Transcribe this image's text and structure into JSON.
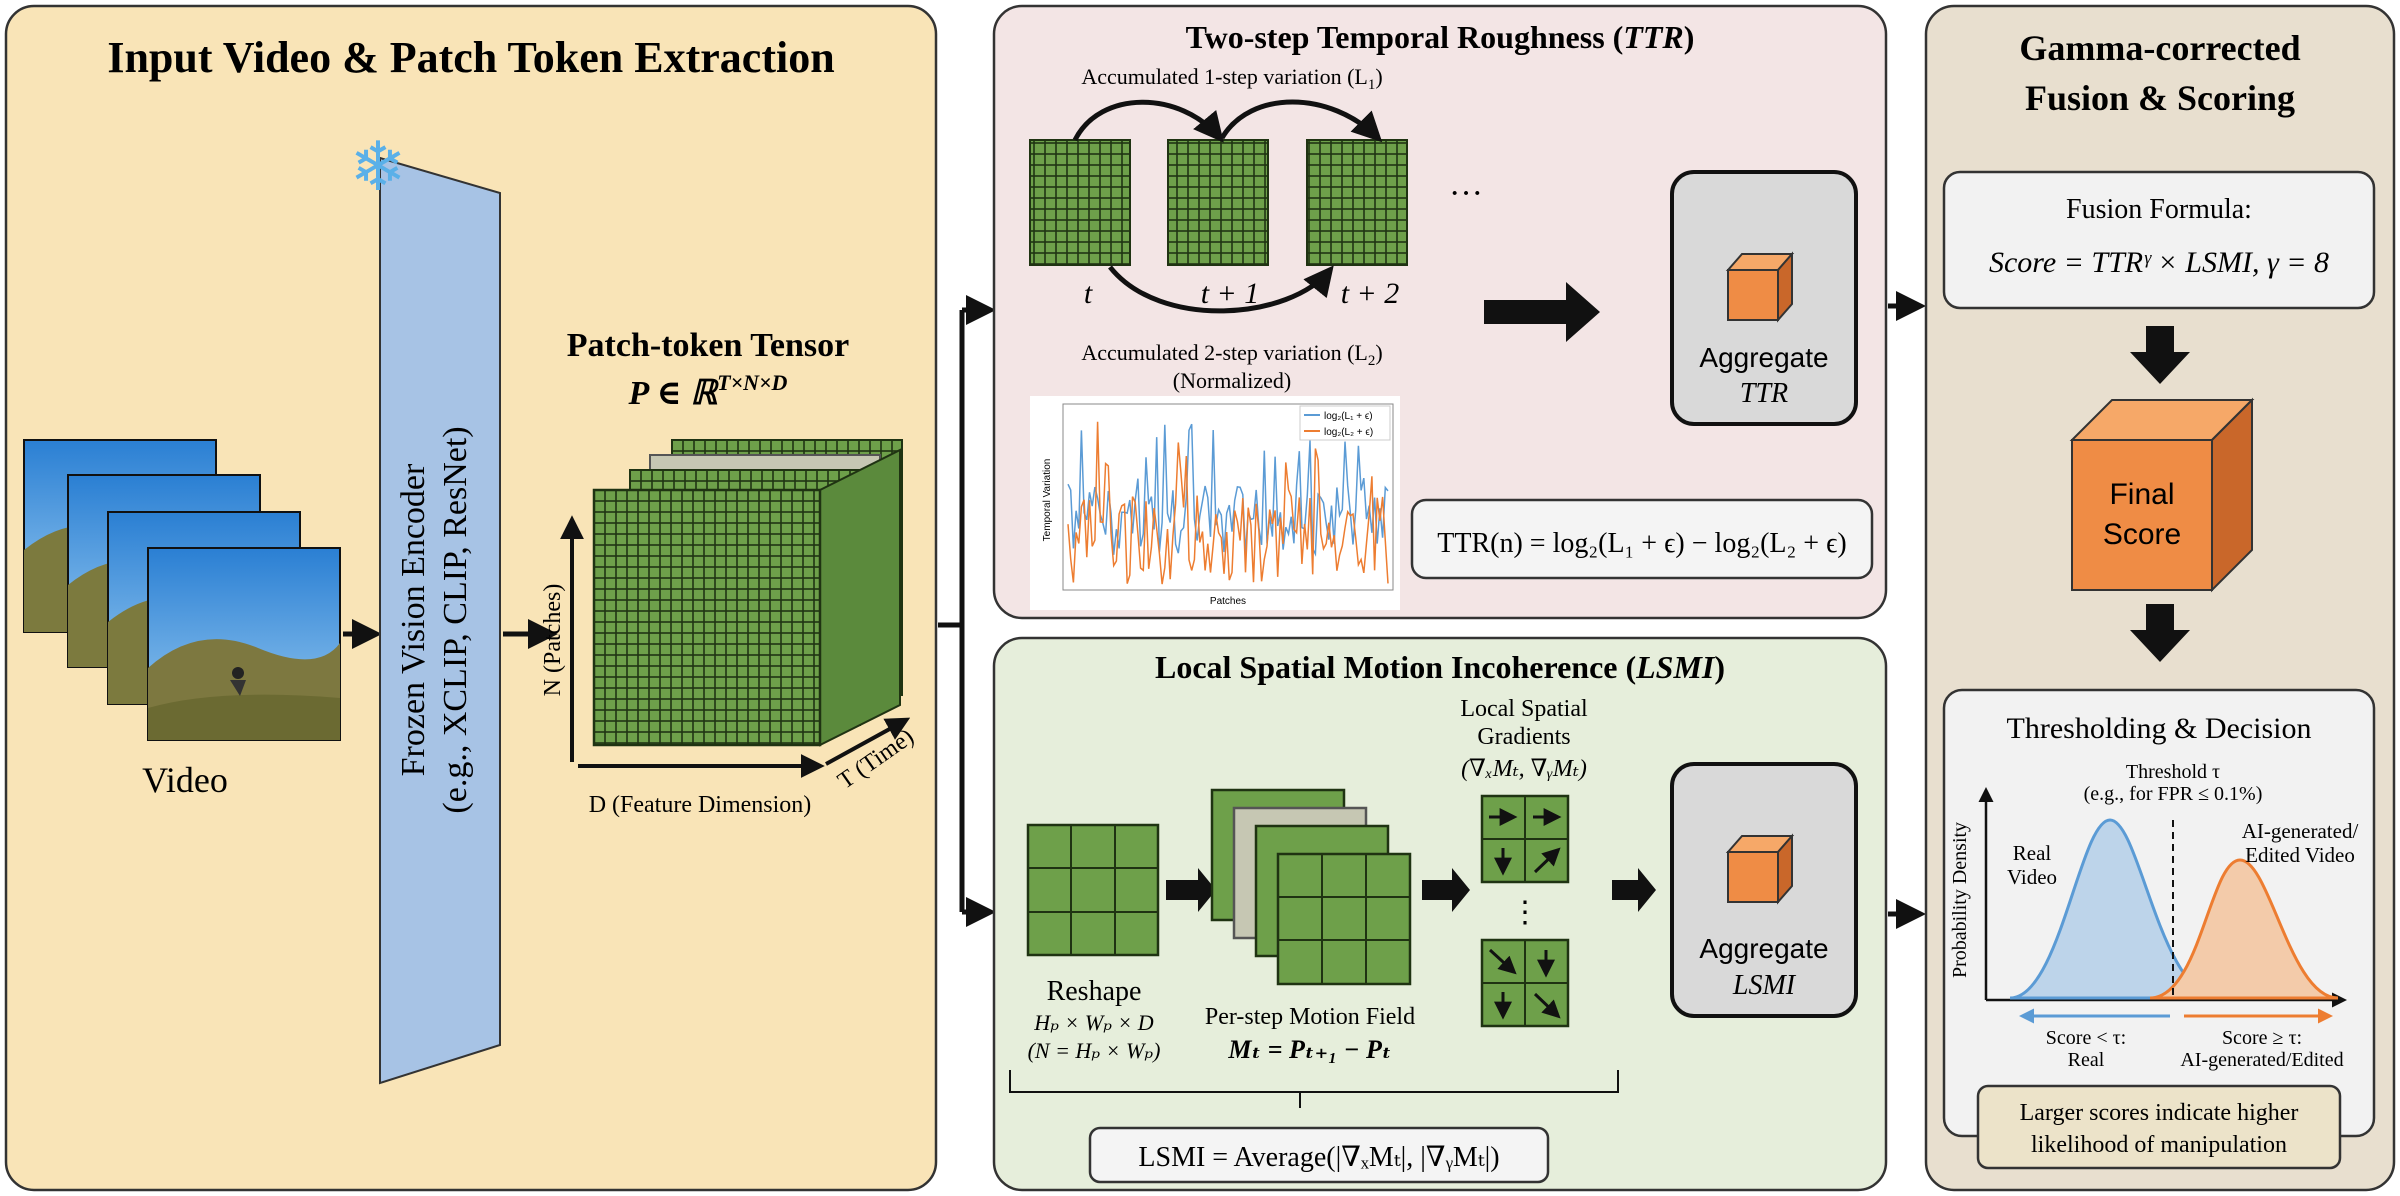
{
  "input_panel": {
    "title": "Input Video & Patch Token Extraction",
    "video_label": "Video",
    "encoder_line1": "Frozen Vision Encoder",
    "encoder_line2": "(e.g., XCLIP, CLIP, ResNet)",
    "tensor_title": "Patch-token Tensor",
    "tensor_formula_main": "P ∈ ℝ",
    "tensor_formula_sup": "T×N×D",
    "axis_patches": "N (Patches)",
    "axis_feature": "D (Feature Dimension)",
    "axis_time": "T (Time)"
  },
  "ttr_panel": {
    "title_prefix": "Two-step Temporal Roughness (",
    "title_abbr": "TTR",
    "title_suffix": ")",
    "l1_label": "Accumulated 1-step variation (L",
    "l1_sub": "1",
    "l1_close": ")",
    "l2_label": "Accumulated 2-step variation (L",
    "l2_sub": "2",
    "l2_close": ")",
    "normalized": "(Normalized)",
    "ellipsis": "···",
    "t0": "t",
    "t1": "t + 1",
    "t2": "t + 2",
    "aggregate_label": "Aggregate",
    "aggregate_abbr": "TTR",
    "formula": "TTR(n) = log₂(L₁ + ϵ) − log₂(L₂ + ϵ)",
    "plot": {
      "ylabel": "Temporal Variation",
      "xlabel": "Patches",
      "legend": [
        "log₂(L₁ + ϵ)",
        "log₂(L₂ + ϵ)"
      ]
    }
  },
  "lsmi_panel": {
    "title_prefix": "Local Spatial Motion Incoherence (",
    "title_abbr": "LSMI",
    "title_suffix": ")",
    "gradients_line1": "Local Spatial",
    "gradients_line2": "Gradients",
    "gradients_line3": "(∇ₓMₜ, ∇ᵧMₜ)",
    "reshape_label": "Reshape",
    "reshape_dims": "Hₚ × Wₚ × D",
    "reshape_eq": "(N = Hₚ × Wₚ)",
    "motion_label": "Per-step Motion Field",
    "motion_eq": "Mₜ = Pₜ₊₁ − Pₜ",
    "vertical_dots": "⋮",
    "aggregate_label": "Aggregate",
    "aggregate_abbr": "LSMI",
    "formula": "LSMI = Average(|∇ₓMₜ|, |∇ᵧMₜ|)"
  },
  "fusion_panel": {
    "title_line1": "Gamma-corrected",
    "title_line2": "Fusion & Scoring",
    "fusion_title": "Fusion Formula:",
    "fusion_formula": "Score = TTRᵞ × LSMI, γ = 8",
    "final_line1": "Final",
    "final_line2": "Score",
    "threshold_title": "Thresholding & Decision",
    "threshold_label": "Threshold τ",
    "threshold_note": "(e.g., for FPR ≤ 0.1%)",
    "ylabel": "Probability Density",
    "real_line1": "Real",
    "real_line2": "Video",
    "ai_line1": "AI-generated/",
    "ai_line2": "Edited Video",
    "below_line1": "Score < τ:",
    "below_line2": "Real",
    "above_line1": "Score ≥ τ:",
    "above_line2": "AI-generated/Edited",
    "note_line1": "Larger scores indicate higher",
    "note_line2": "likelihood of manipulation"
  },
  "colors": {
    "input_bg": "#f9e4b7",
    "ttr_bg": "#f3e5e5",
    "lsmi_bg": "#e6eedb",
    "fusion_bg": "#e8dfcf",
    "encoder": "#a7c3e5",
    "green": "#6ea04a",
    "orange": "#ef8c45",
    "blue_curve": "#5b9bd5",
    "orange_curve": "#ed7d31"
  }
}
